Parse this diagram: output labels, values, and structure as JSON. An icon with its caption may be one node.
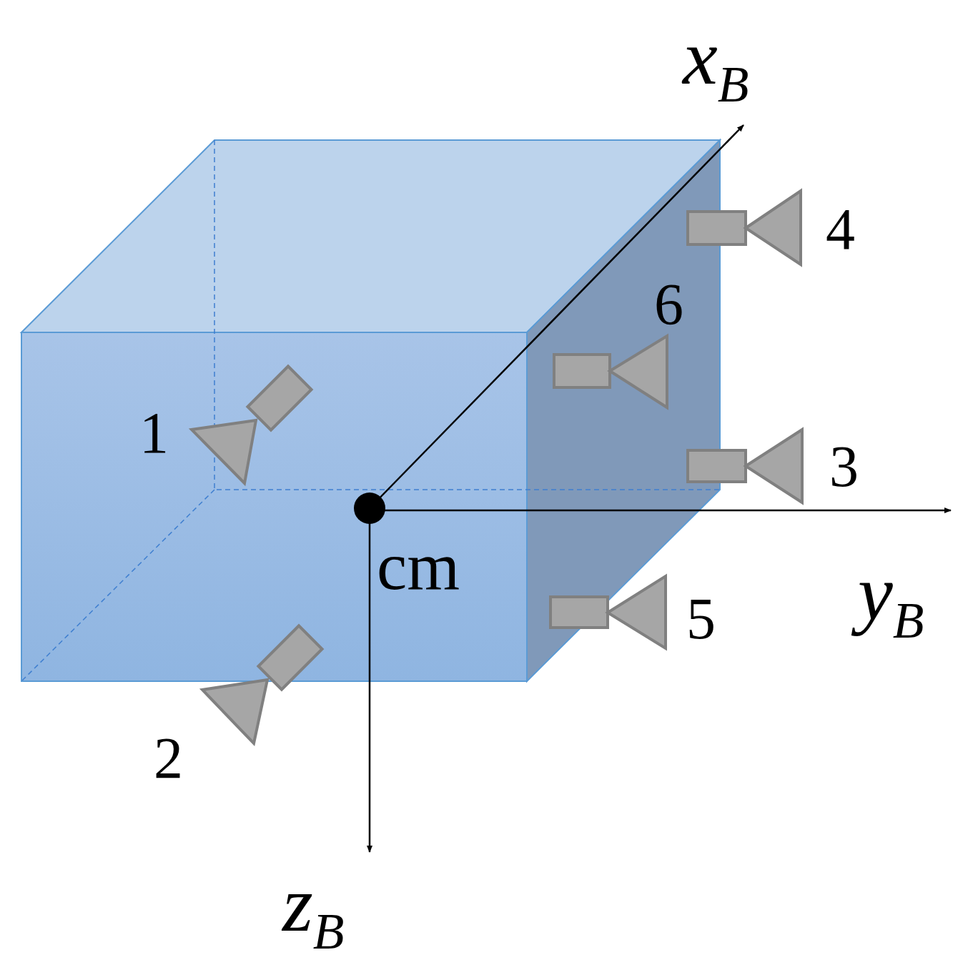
{
  "diagram": {
    "labels": [
      "x$_{B}$",
      "4",
      "6",
      "1",
      "3",
      "cm",
      "y$_{B}$",
      "5",
      "2",
      "z$_{B}$"
    ]
  }
}
